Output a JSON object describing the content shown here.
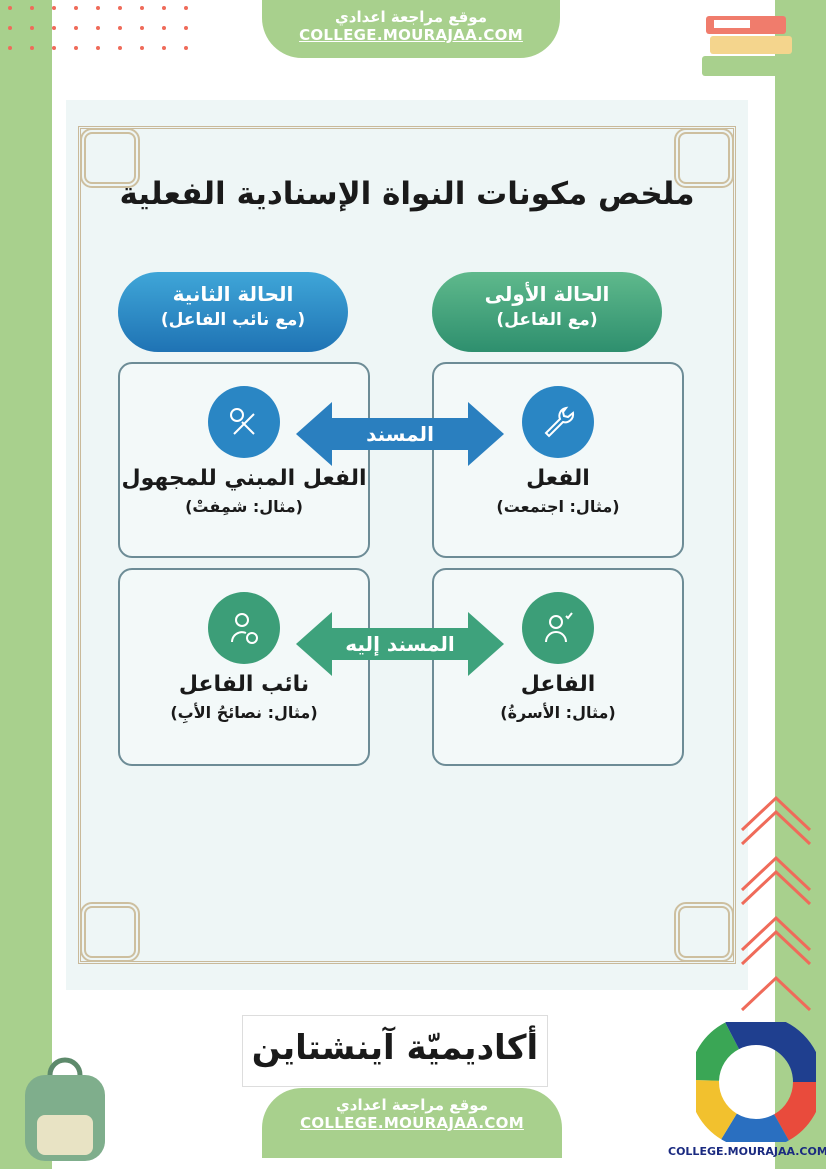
{
  "site_header": {
    "arabic": "موقع مراجعة اعدادي",
    "url": "COLLEGE.MOURAJAA.COM"
  },
  "poster": {
    "title": "ملخص مكونات النواة الإسنادية الفعلية",
    "case_first": {
      "title": "الحالة الأولى",
      "subtitle": "(مع الفاعل)",
      "color": "#2e8f6e"
    },
    "case_second": {
      "title": "الحالة الثانية",
      "subtitle": "(مع نائب الفاعل)",
      "color": "#1f73b4"
    },
    "boxes": [
      {
        "label": "الفعل",
        "example": "(مثال: اجتمعت)",
        "icon": "wrench-icon"
      },
      {
        "label": "الفعل المبني للمجهول",
        "example": "(مثال: شمِفتْ)",
        "icon": "tools-icon"
      },
      {
        "label": "الفاعل",
        "example": "(مثال: الأسرةُ)",
        "icon": "user-check-icon"
      },
      {
        "label": "نائب الفاعل",
        "example": "(مثال: نصائحُ الأبِ)",
        "icon": "user-badge-icon"
      }
    ],
    "arrow_top": "المسند",
    "arrow_bottom": "المسند إليه"
  },
  "brand": "أكاديميّة آينشتاين",
  "site_footer": {
    "arabic": "موقع مراجعة اعدادي",
    "url": "COLLEGE.MOURAJAA.COM"
  },
  "logo_text": "COLLEGE.MOURAJAA.COM",
  "colors": {
    "frame_green": "#a8d08d",
    "accent_coral": "#ef6b5a",
    "blue": "#2a86c4",
    "green": "#3c9e78"
  }
}
